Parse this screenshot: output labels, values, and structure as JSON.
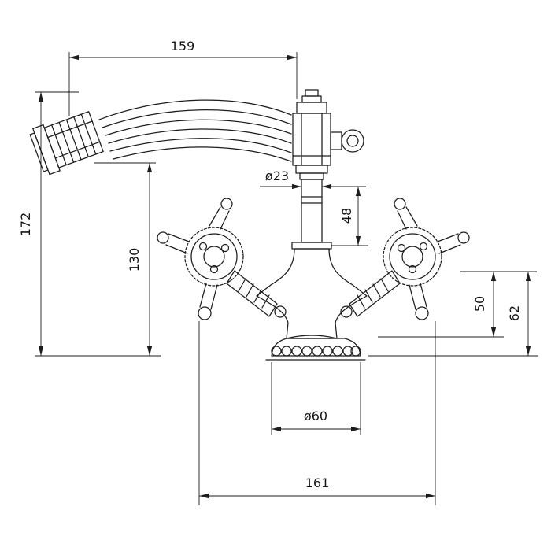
{
  "drawing": {
    "subject": "faucet-technical-drawing",
    "line_color": "#1c1c1c",
    "background": "#ffffff",
    "dims": {
      "spout_reach": "159",
      "height_overall": "172",
      "height_spout": "130",
      "stem_diameter": "ø23",
      "stem_height": "48",
      "body_height": "50",
      "base_height": "62",
      "base_diameter": "ø60",
      "width_overall": "161"
    }
  }
}
